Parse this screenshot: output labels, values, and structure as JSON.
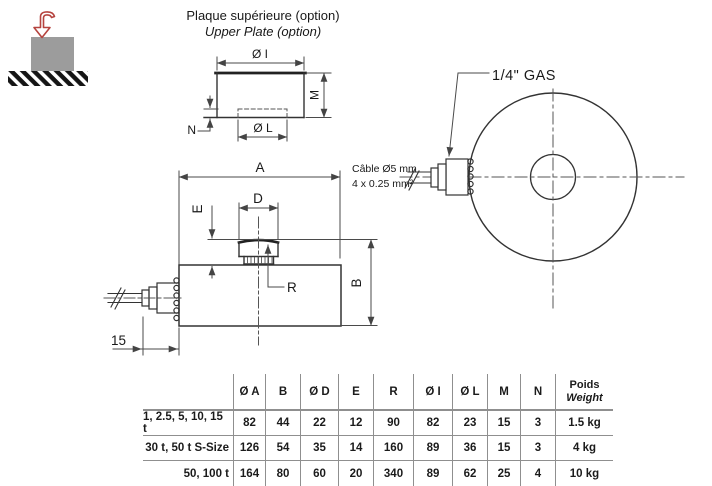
{
  "drawing": {
    "title_fr": "Plaque supérieure (option)",
    "title_en": "Upper Plate (option)",
    "thread_label": "1/4\" GAS",
    "cable_line1": "Câble Ø5 mm",
    "cable_line2": "4 x 0.25 mm²",
    "dim_A": "A",
    "dim_B": "B",
    "dim_D": "D",
    "dim_E": "E",
    "dim_R": "R",
    "dim_offset": "15",
    "dim_dia_I": "Ø I",
    "dim_dia_L": "Ø L",
    "dim_M": "M",
    "dim_N": "N"
  },
  "table": {
    "col_headers": [
      "Ø A",
      "B",
      "Ø D",
      "E",
      "R",
      "Ø I",
      "Ø L",
      "M",
      "N"
    ],
    "weight_header_fr": "Poids",
    "weight_header_en": "Weight",
    "rows": [
      {
        "label": "1, 2.5, 5, 10, 15 t",
        "values": [
          "82",
          "44",
          "22",
          "12",
          "90",
          "82",
          "23",
          "15",
          "3",
          "1.5 kg"
        ]
      },
      {
        "label": "30 t, 50 t S-Size",
        "values": [
          "126",
          "54",
          "35",
          "14",
          "160",
          "89",
          "36",
          "15",
          "3",
          "4 kg"
        ]
      },
      {
        "label": "50, 100 t",
        "values": [
          "164",
          "80",
          "60",
          "20",
          "340",
          "89",
          "62",
          "25",
          "4",
          "10 kg"
        ]
      }
    ]
  },
  "colors": {
    "accent_red": "#b5433e",
    "drawing_line": "#333333",
    "dim_line": "#4a4a4a",
    "table_line": "#8f8f8f",
    "block_gray": "#9c9c9c"
  }
}
